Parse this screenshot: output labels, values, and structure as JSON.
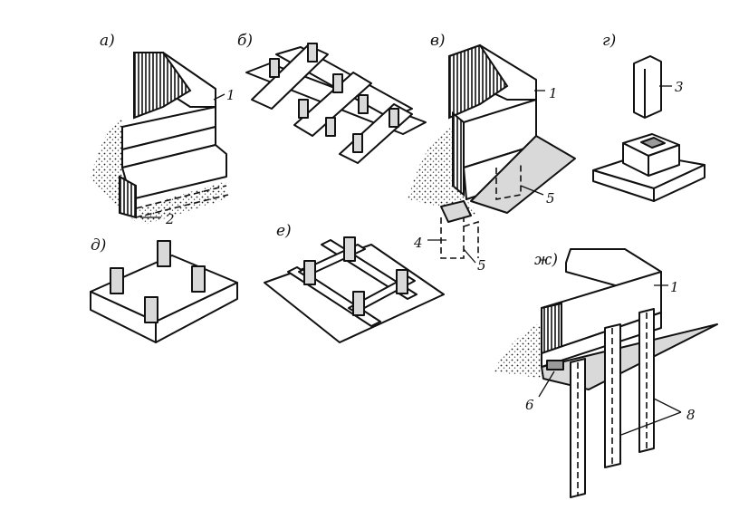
{
  "panels": {
    "a": {
      "letter": "а)",
      "callouts": [
        "1",
        "2"
      ]
    },
    "b": {
      "letter": "б)"
    },
    "v": {
      "letter": "в)",
      "callouts": [
        "1",
        "4",
        "5",
        "5"
      ]
    },
    "g": {
      "letter": "г)",
      "callouts": [
        "3"
      ]
    },
    "d": {
      "letter": "д)"
    },
    "e": {
      "letter": "е)"
    },
    "zh": {
      "letter": "ж)",
      "callouts": [
        "1",
        "6",
        "8"
      ]
    }
  },
  "colors": {
    "ink": "#111111",
    "paper": "#ffffff",
    "shade": "#d9d9d9"
  }
}
